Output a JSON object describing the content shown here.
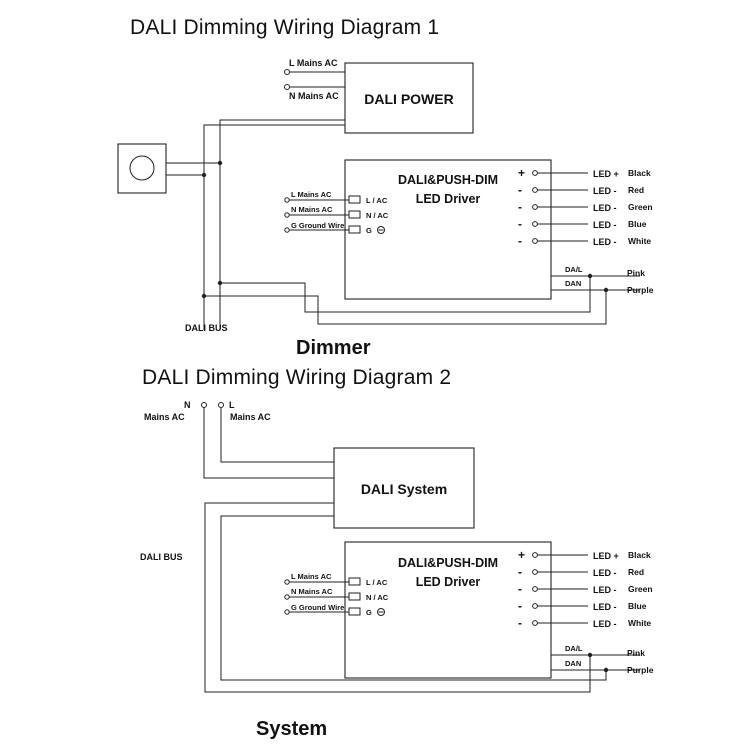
{
  "diagram1": {
    "title": "DALI  Dimming  Wiring Diagram 1",
    "caption": "Dimmer",
    "mains_l": "L Mains AC",
    "mains_n": "N Mains AC",
    "power_box": "DALI POWER",
    "bus_label": "DALI  BUS"
  },
  "diagram2": {
    "title": "DALI  Dimming  Wiring Diagram 2",
    "caption": "System",
    "mains_n_letter": "N",
    "mains_l_letter": "L",
    "mains_n_label": "Mains AC",
    "mains_l_label": "Mains AC",
    "system_box": "DALI System",
    "bus_label": "DALI  BUS"
  },
  "driver": {
    "title_line1": "DALI&PUSH-DIM",
    "title_line2": "LED Driver",
    "inputs": [
      {
        "wire": "L Mains AC",
        "terminal": "L / AC"
      },
      {
        "wire": "N Mains AC",
        "terminal": "N / AC"
      },
      {
        "wire": "G Ground Wire",
        "terminal": "G"
      }
    ],
    "outputs": [
      {
        "sign": "+",
        "label": "LED +",
        "color": "Black"
      },
      {
        "sign": "-",
        "label": "LED -",
        "color": "Red"
      },
      {
        "sign": "-",
        "label": "LED -",
        "color": "Green"
      },
      {
        "sign": "-",
        "label": "LED -",
        "color": "Blue"
      },
      {
        "sign": "-",
        "label": "LED -",
        "color": "White"
      }
    ],
    "dali_terminals": [
      {
        "label": "DA/L",
        "color": "Pink"
      },
      {
        "label": "DAN",
        "color": "Purple"
      }
    ]
  }
}
